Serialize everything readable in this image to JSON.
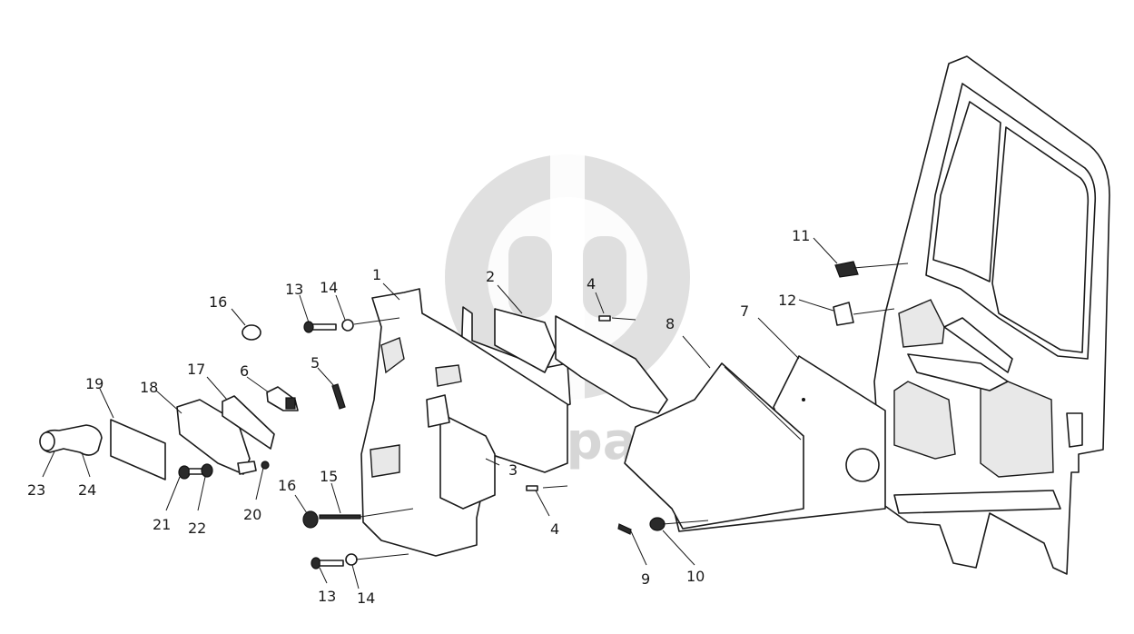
{
  "watermark": {
    "text": "data-parts",
    "color": "#d0d0d0"
  },
  "callouts": [
    {
      "label": "1"
    },
    {
      "label": "2"
    },
    {
      "label": "3"
    },
    {
      "label": "4"
    },
    {
      "label": "4"
    },
    {
      "label": "5"
    },
    {
      "label": "6"
    },
    {
      "label": "7"
    },
    {
      "label": "8"
    },
    {
      "label": "9"
    },
    {
      "label": "10"
    },
    {
      "label": "11"
    },
    {
      "label": "12"
    },
    {
      "label": "13"
    },
    {
      "label": "13"
    },
    {
      "label": "14"
    },
    {
      "label": "14"
    },
    {
      "label": "15"
    },
    {
      "label": "16"
    },
    {
      "label": "16"
    },
    {
      "label": "17"
    },
    {
      "label": "18"
    },
    {
      "label": "19"
    },
    {
      "label": "20"
    },
    {
      "label": "21"
    },
    {
      "label": "22"
    },
    {
      "label": "23"
    },
    {
      "label": "24"
    }
  ]
}
